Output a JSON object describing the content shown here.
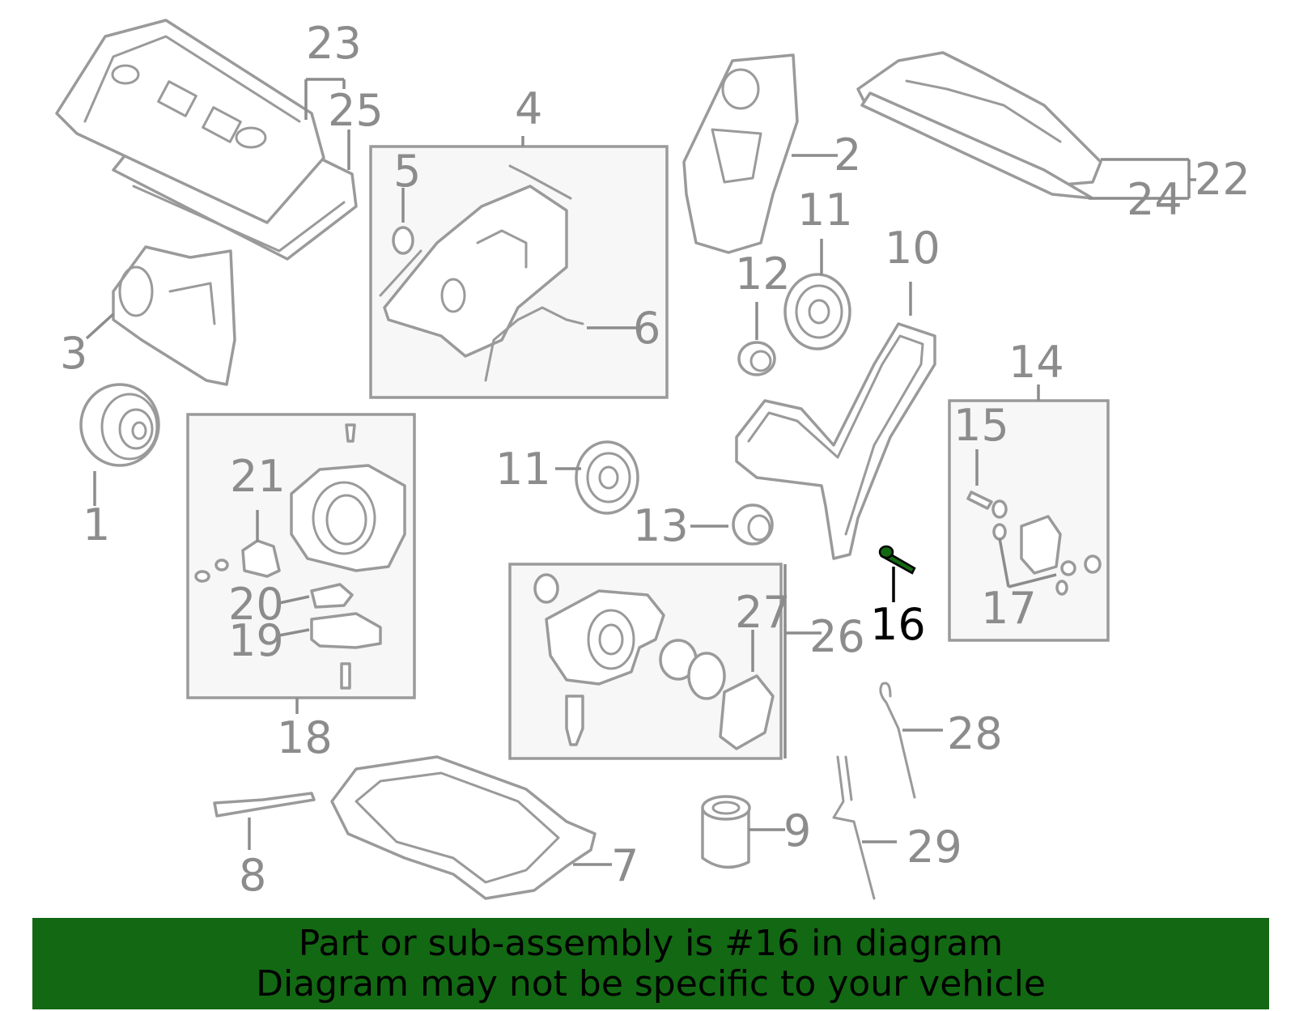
{
  "diagram": {
    "highlight_color": "#136813",
    "highlighted_callout": "16",
    "callouts": {
      "c1": "1",
      "c2": "2",
      "c3": "3",
      "c4": "4",
      "c5": "5",
      "c6": "6",
      "c7": "7",
      "c8": "8",
      "c9": "9",
      "c10": "10",
      "c11a": "11",
      "c11b": "11",
      "c12": "12",
      "c13": "13",
      "c14": "14",
      "c15": "15",
      "c16": "16",
      "c17": "17",
      "c18": "18",
      "c19": "19",
      "c20": "20",
      "c21": "21",
      "c22": "22",
      "c23": "23",
      "c24": "24",
      "c25": "25",
      "c26": "26",
      "c27": "27",
      "c28": "28",
      "c29": "29"
    }
  },
  "banner": {
    "background": "#136813",
    "line1": "Part or sub-assembly is #16 in diagram",
    "line2": "Diagram may not be specific to your vehicle"
  }
}
